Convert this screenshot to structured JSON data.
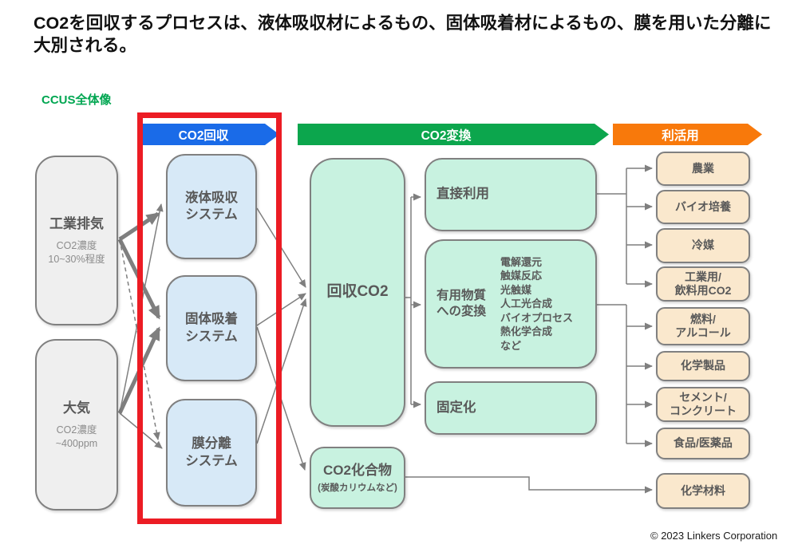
{
  "title": "CO2を回収するプロセスは、液体吸収材によるもの、固体吸着材によるもの、膜を用いた分離に大別される。",
  "section_label": "CCUS全体像",
  "headers": {
    "capture": "CO2回収",
    "conversion": "CO2変換",
    "utilization": "利活用"
  },
  "colors": {
    "capture_blue": "#1a6be8",
    "conversion_green": "#0ca64d",
    "utilization_orange": "#f8790b",
    "highlight_red": "#ec1c24",
    "connector_gray": "#7f7f7f",
    "source_fill": "#efefef",
    "capture_fill": "#d7e9f7",
    "conversion_fill": "#c8f2e0",
    "application_fill": "#fae8cd"
  },
  "sources": {
    "industrial": {
      "label": "工業排気",
      "note": "CO2濃度\n10~30%程度"
    },
    "atmosphere": {
      "label": "大気",
      "note": "CO2濃度\n~400ppm"
    }
  },
  "capture_systems": {
    "liquid": {
      "label": "液体吸収\nシステム"
    },
    "solid": {
      "label": "固体吸着\nシステム"
    },
    "membrane": {
      "label": "膜分離\nシステム"
    }
  },
  "conversion": {
    "captured_co2": {
      "label": "回収CO2"
    },
    "direct_use": {
      "label": "直接利用"
    },
    "useful_substances": {
      "label": "有用物質\nへの変換",
      "methods": "電解還元\n触媒反応\n光触媒\n人工光合成\nバイオプロセス\n熱化学合成\nなど"
    },
    "fixation": {
      "label": "固定化"
    },
    "co2_compound": {
      "label": "CO2化合物",
      "note": "(炭酸カリウムなど)"
    }
  },
  "applications": [
    "農業",
    "バイオ培養",
    "冷媒",
    "工業用/\n飲料用CO2",
    "燃料/\nアルコール",
    "化学製品",
    "セメント/\nコンクリート",
    "食品/医薬品",
    "化学材料"
  ],
  "copyright": "© 2023 Linkers Corporation"
}
